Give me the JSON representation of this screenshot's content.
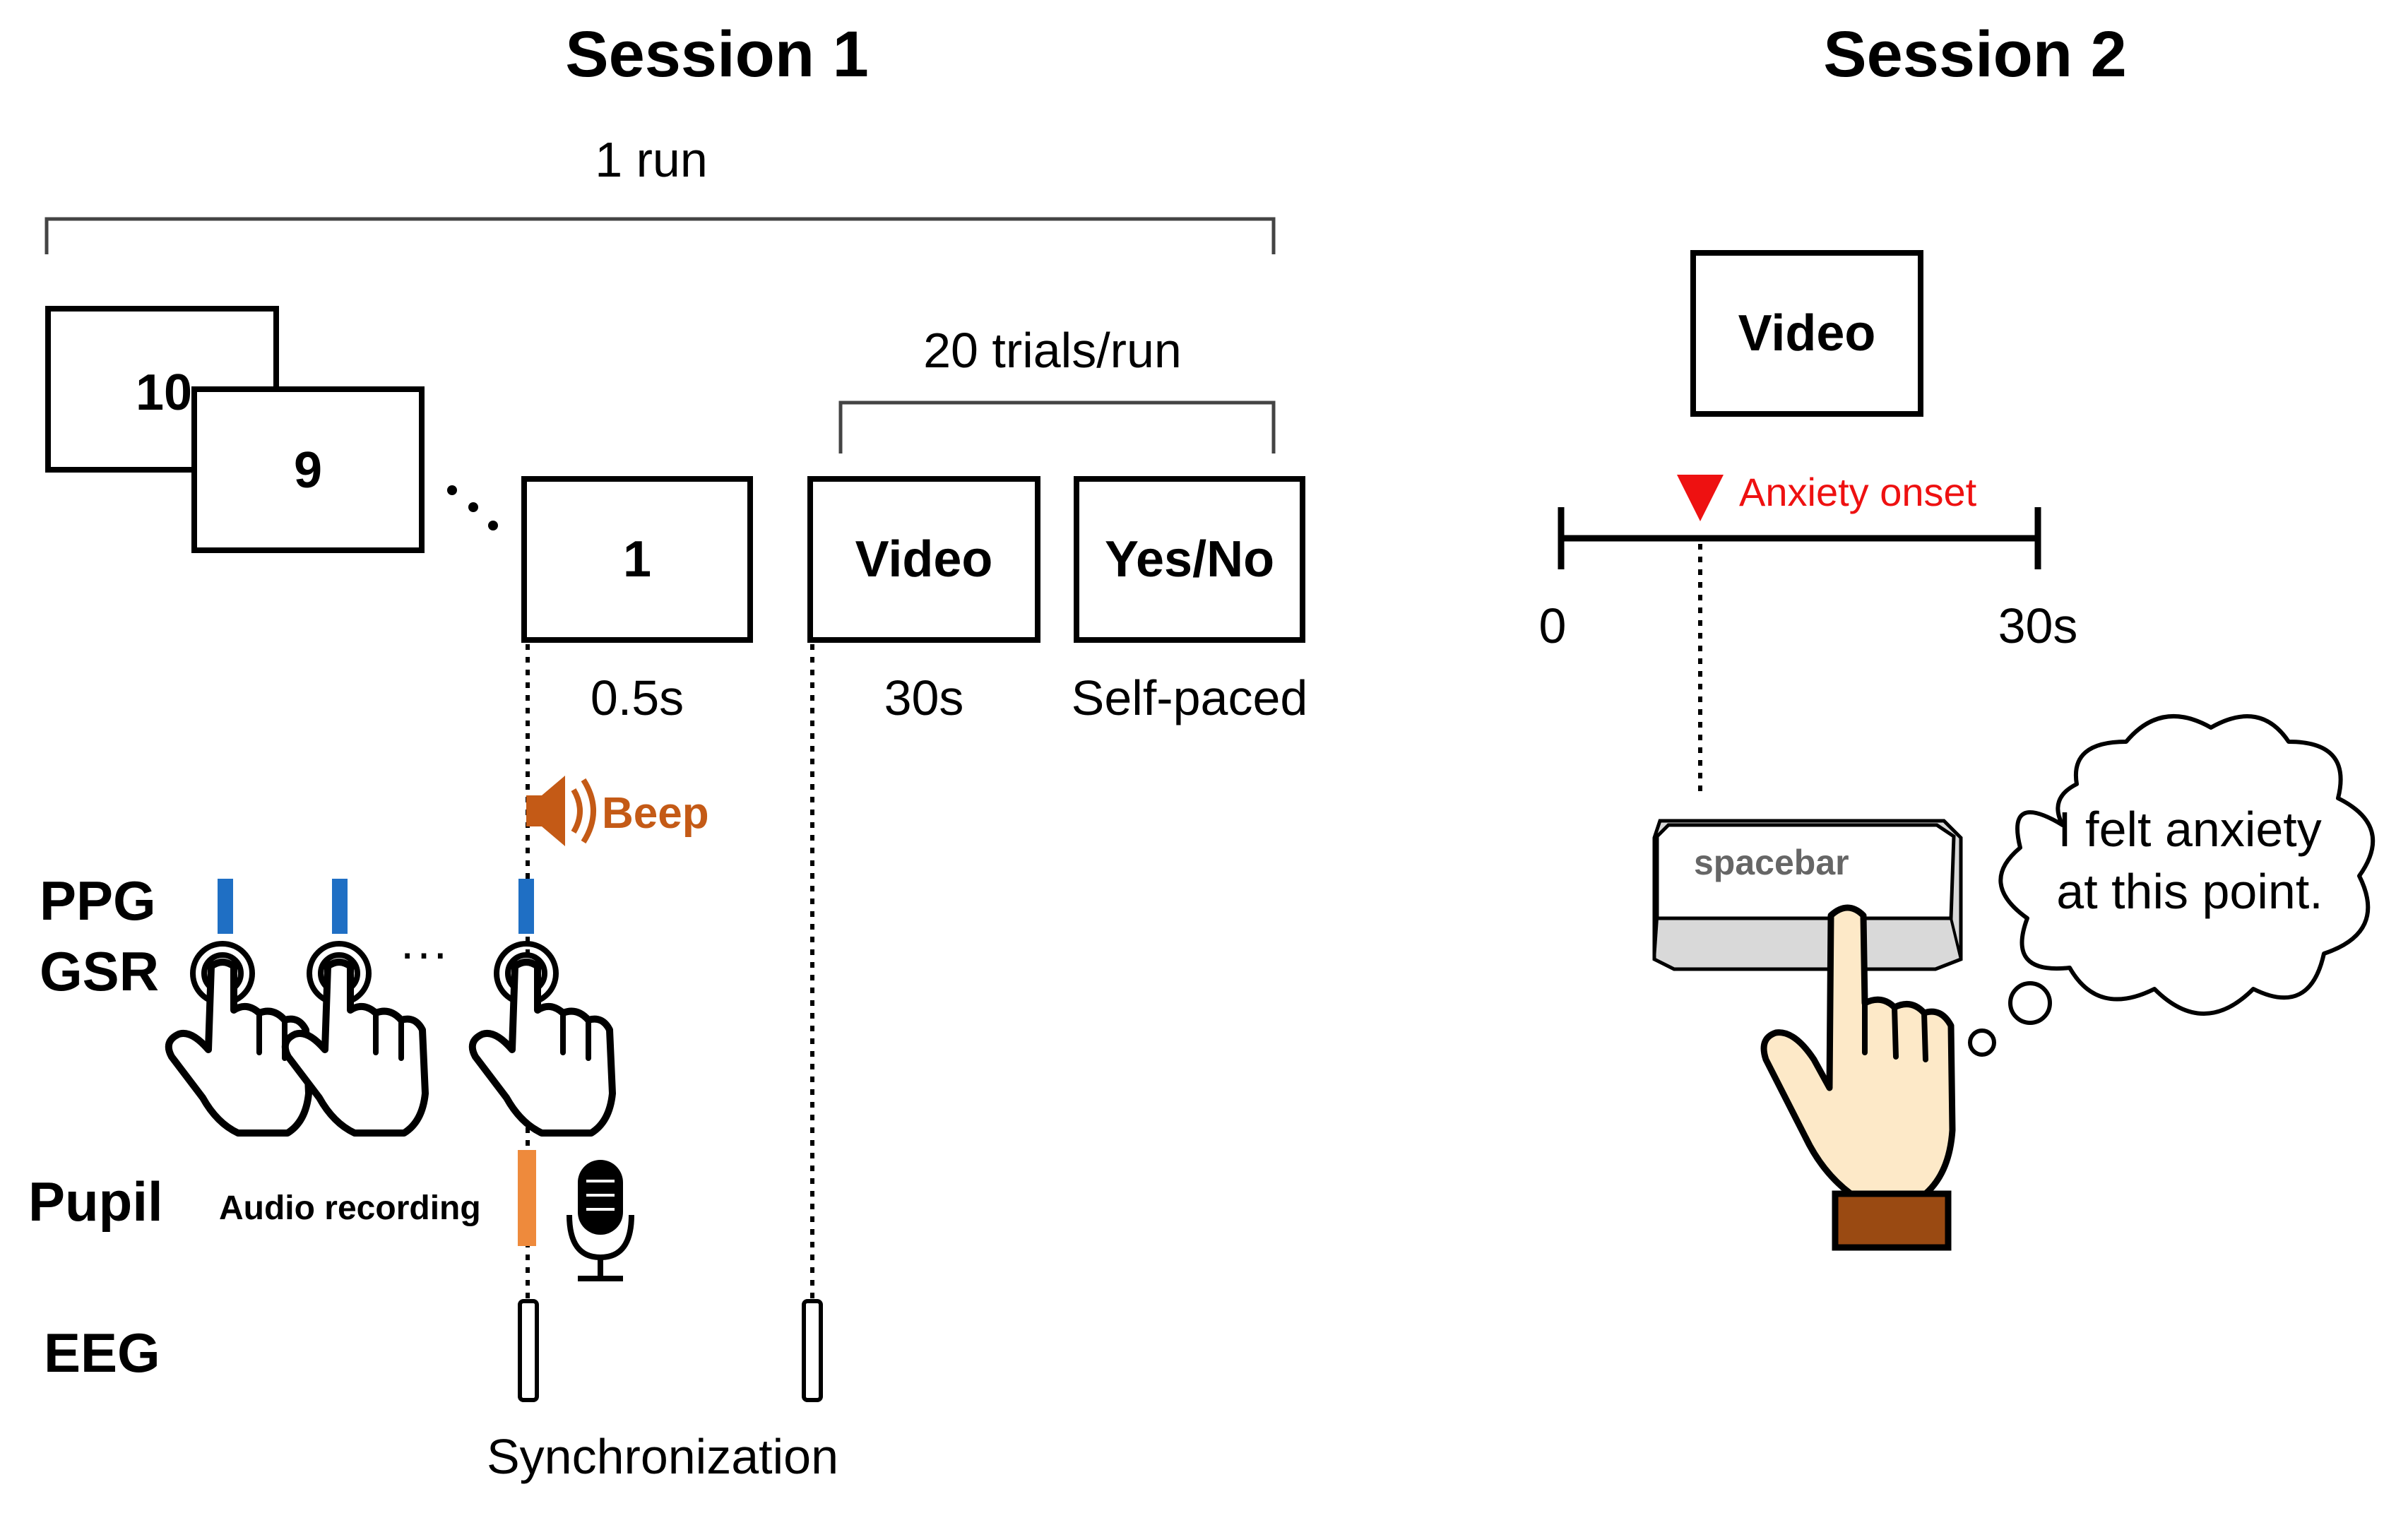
{
  "session1": {
    "title": "Session 1",
    "run_label": "1 run",
    "trials_label": "20 trials/run",
    "countdown": [
      "10",
      "9",
      "1"
    ],
    "video_label": "Video",
    "yesno_label": "Yes/No",
    "dur_countdown": "0.5s",
    "dur_video": "30s",
    "dur_self": "Self-paced",
    "beep_label": "Beep",
    "signals": {
      "ppg": "PPG",
      "gsr": "GSR",
      "pupil": "Pupil",
      "eeg": "EEG"
    },
    "audio_label": "Audio recording",
    "ellipsis": "···",
    "sync_label": "Synchronization"
  },
  "session2": {
    "title": "Session 2",
    "video_label": "Video",
    "onset_label": "Anxiety onset",
    "axis_start": "0",
    "axis_end": "30s",
    "key_label": "spacebar",
    "thought_line1": "I felt anxiety",
    "thought_line2": "at this point."
  },
  "colors": {
    "ppg_marker": "#1f6fc4",
    "pupil_marker": "#ee8a3c",
    "beep": "#c45a16",
    "anxiety": "#ee1111",
    "skin": "#fde9c8",
    "cuff": "#9a4a12"
  }
}
